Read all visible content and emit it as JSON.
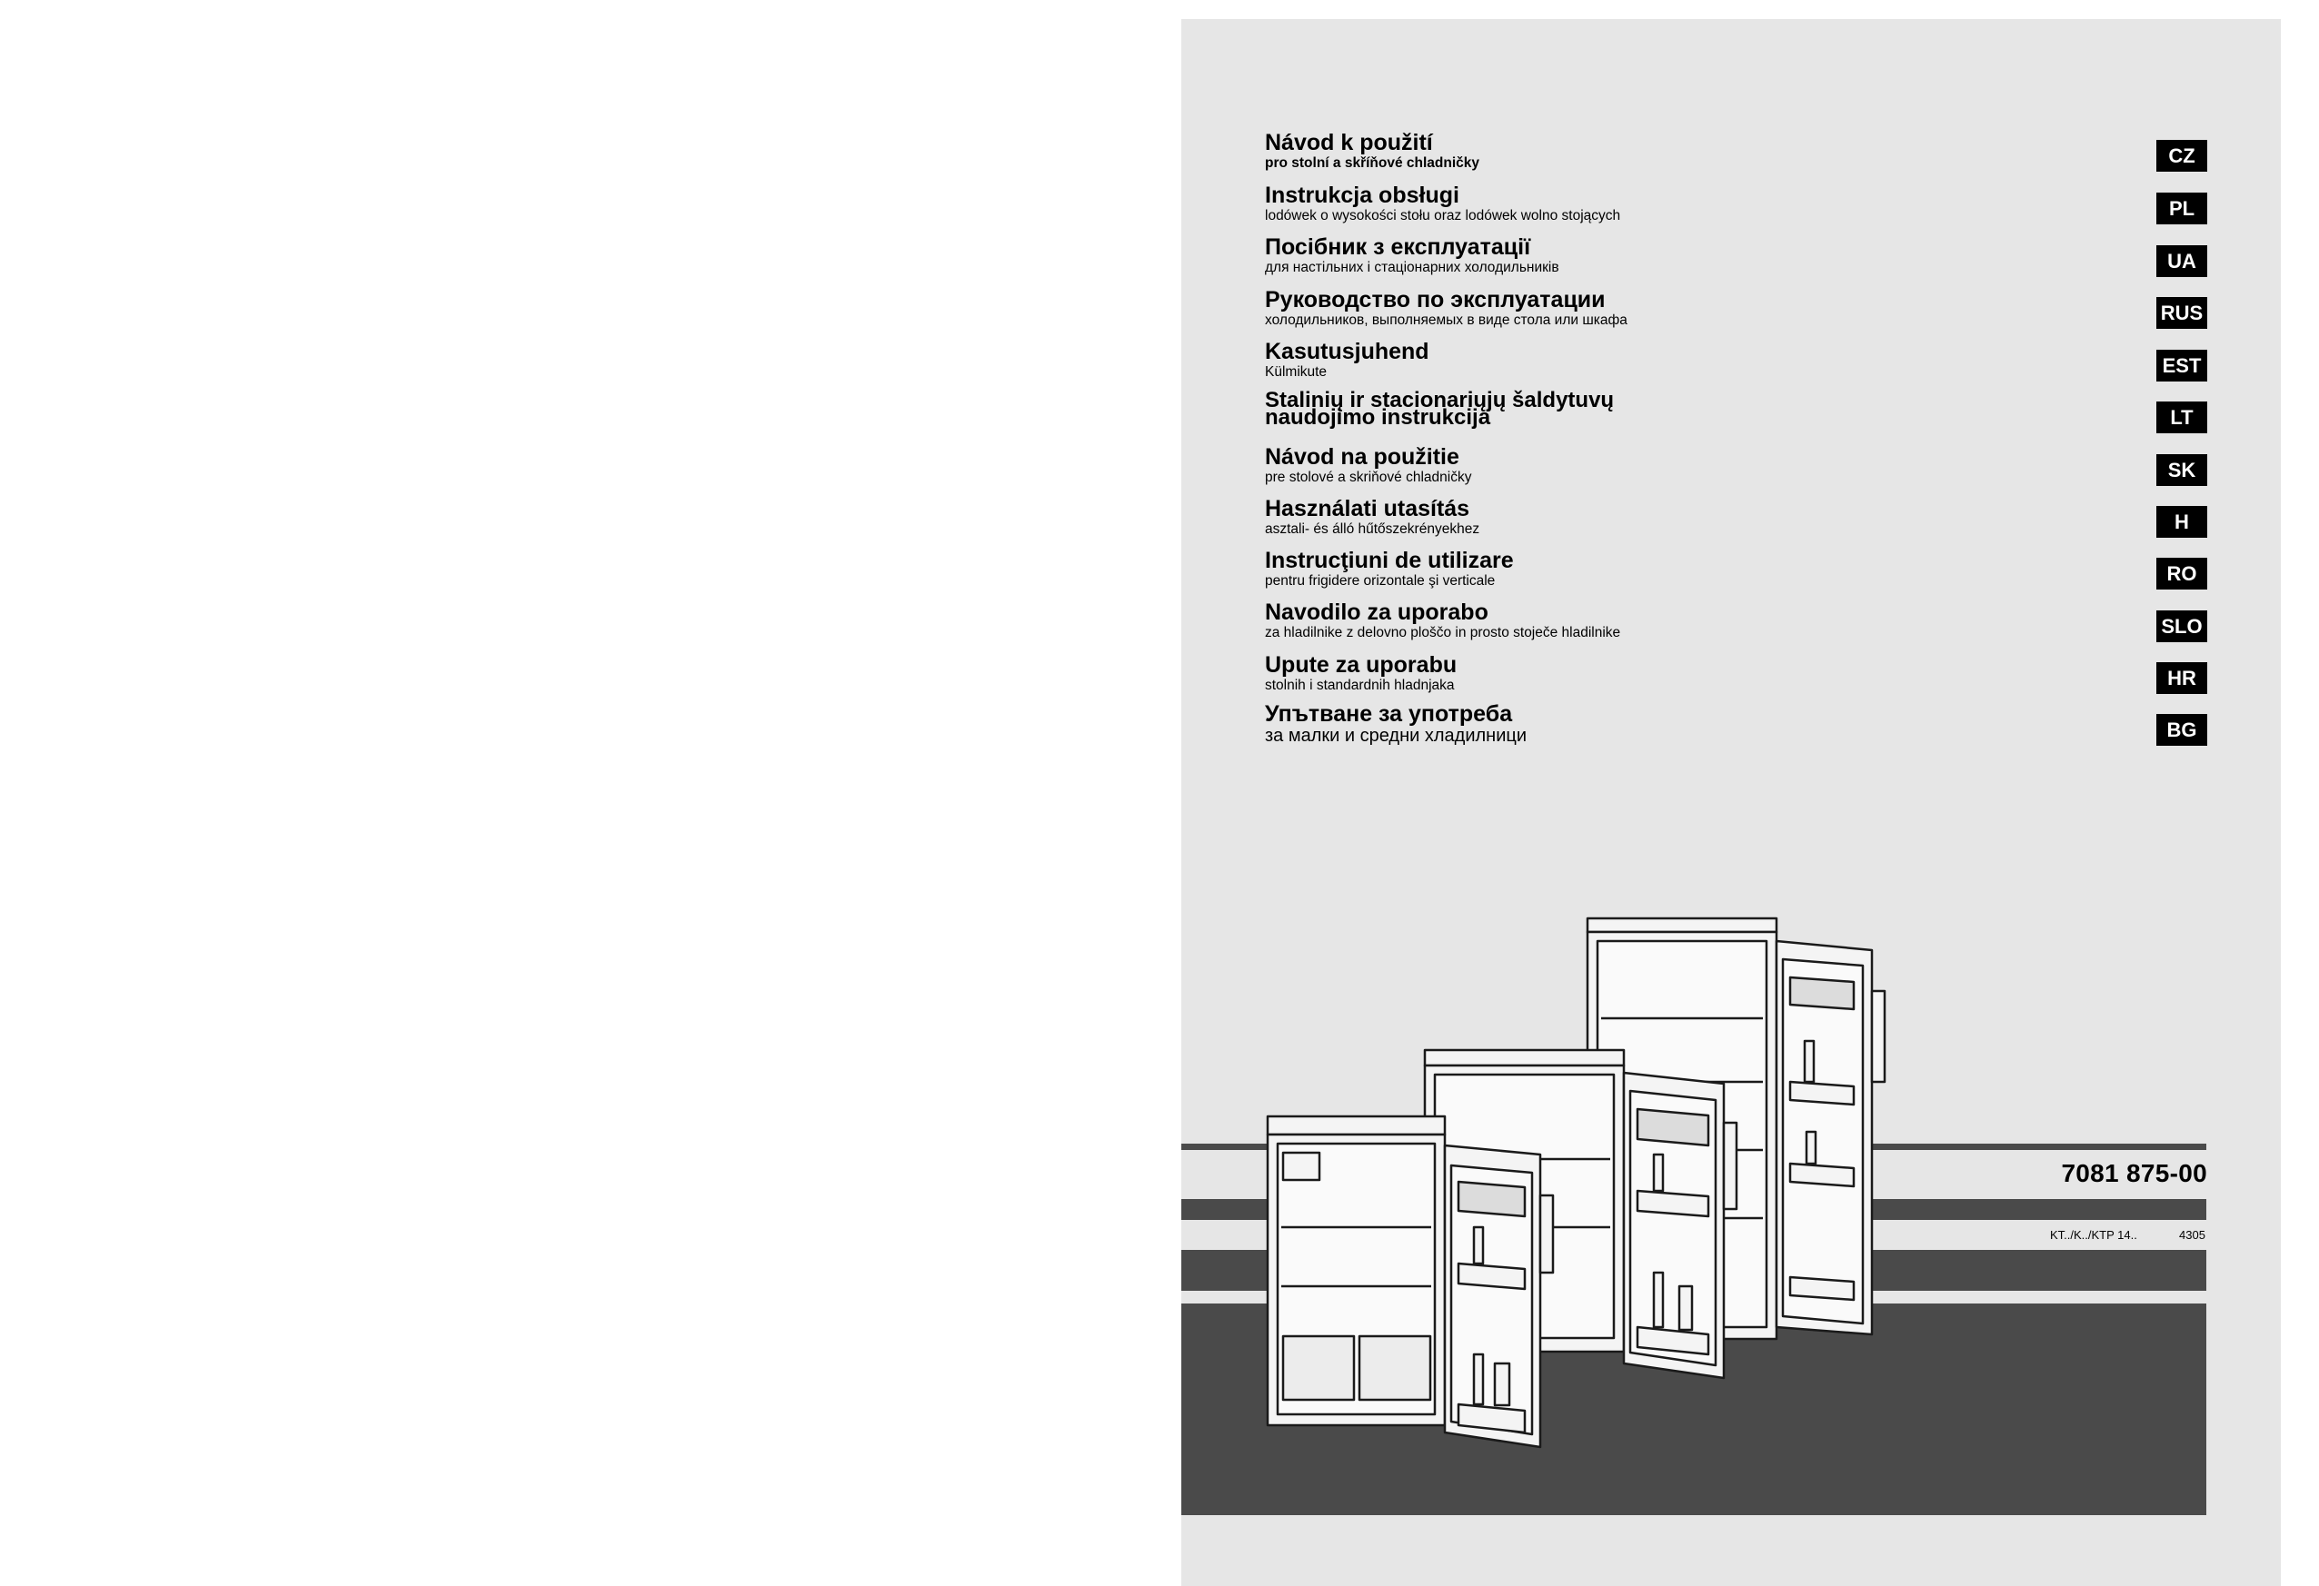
{
  "languages": [
    {
      "title": "Návod k použití",
      "subtitle": "pro stolní a skříňové chladničky",
      "code": "CZ"
    },
    {
      "title": "Instrukcja obsługi",
      "subtitle": "lodówek o wysokości stołu oraz lodówek wolno stojących",
      "code": "PL"
    },
    {
      "title": "Посібник з експлуатації",
      "subtitle": "для настільних і стаціонарних холодильників",
      "code": "UA"
    },
    {
      "title": "Руководство по эксплуатации",
      "subtitle": "холодильников, выполняемых в виде стола или шкафа",
      "code": "RUS"
    },
    {
      "title": "Kasutusjuhend",
      "subtitle": "Külmikute",
      "code": "EST"
    },
    {
      "title": "Stalinių ir stacionariųjų šaldytuvų\nnaudojimo instrukcija",
      "subtitle": "",
      "code": "LT"
    },
    {
      "title": "Návod na použitie",
      "subtitle": "pre stolové a skriňové chladničky",
      "code": "SK"
    },
    {
      "title": "Használati utasítás",
      "subtitle": "asztali- és álló hűtőszekrényekhez",
      "code": "H"
    },
    {
      "title": "Instrucţiuni de utilizare",
      "subtitle": "pentru frigidere orizontale şi verticale",
      "code": "RO"
    },
    {
      "title": "Navodilo za uporabo",
      "subtitle": "za hladilnike z delovno ploščo in prosto stoječe hladilnike",
      "code": "SLO"
    },
    {
      "title": "Upute za uporabu",
      "subtitle": "stolnih i standardnih hladnjaka",
      "code": "HR"
    },
    {
      "title": "Упътване за употреба",
      "subtitle": "за малки и средни хладилници",
      "code": "BG"
    }
  ],
  "document_number": "7081 875-00",
  "model_text": "KT../K../KTP 14..",
  "code_text": "4305",
  "colors": {
    "cover": "#e6e6e6",
    "stripe": "#4a4a4a",
    "badge": "#000000",
    "fridge_fill": "#f4f4f4"
  },
  "illustration": "three open refrigerators icon"
}
